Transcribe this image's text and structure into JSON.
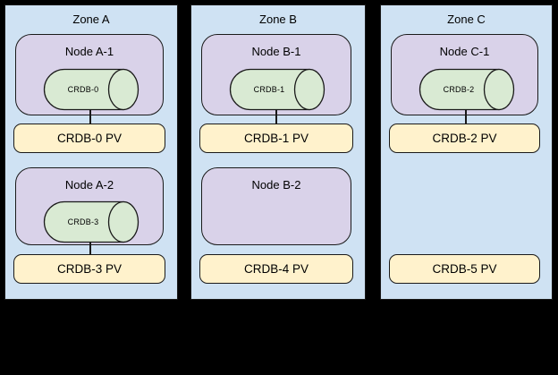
{
  "colors": {
    "canvas_background": "#000000",
    "zone_fill": "#cfe2f3",
    "node_fill": "#d9d2e9",
    "cylinder_fill": "#d9ead3",
    "pv_fill": "#fff2cc",
    "border": "#1a1a1a",
    "text": "#000000"
  },
  "zones": [
    {
      "label": "Zone A",
      "slots": [
        {
          "node_label": "Node A-1",
          "cylinder_label": "CRDB-0",
          "pv_label": "CRDB-0 PV"
        },
        {
          "node_label": "Node A-2",
          "cylinder_label": "CRDB-3",
          "pv_label": "CRDB-3 PV"
        }
      ]
    },
    {
      "label": "Zone B",
      "slots": [
        {
          "node_label": "Node B-1",
          "cylinder_label": "CRDB-1",
          "pv_label": "CRDB-1 PV"
        },
        {
          "node_label": "Node B-2",
          "pv_label": "CRDB-4 PV"
        }
      ]
    },
    {
      "label": "Zone C",
      "slots": [
        {
          "node_label": "Node C-1",
          "cylinder_label": "CRDB-2",
          "pv_label": "CRDB-2 PV"
        },
        {
          "pv_label": "CRDB-5 PV"
        }
      ]
    }
  ]
}
